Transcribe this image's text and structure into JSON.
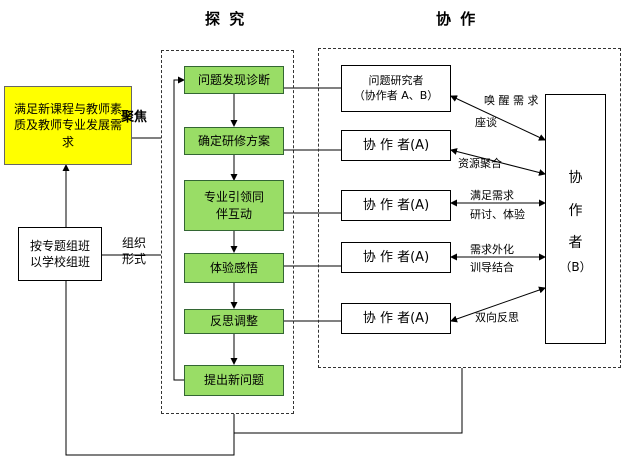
{
  "headers": {
    "explore": "探 究",
    "collaborate": "协 作"
  },
  "left": {
    "need_box": "满足新课程与教师素质及教师专业发展需求",
    "focus_label": "聚焦",
    "group_box": "按专题组班以学校组班",
    "form_label": "组织形式"
  },
  "process_steps": [
    {
      "label": "问题发现诊断"
    },
    {
      "label": "确定研修方案"
    },
    {
      "label": "专业引领同伴互动"
    },
    {
      "label": "体验感悟"
    },
    {
      "label": "反思调整"
    },
    {
      "label": "提出新问题"
    }
  ],
  "collaborators": [
    {
      "line1": "问题研究者",
      "line2": "（协作者 A、B）"
    },
    {
      "label": "协 作 者(A)"
    },
    {
      "label": "协 作 者(A)"
    },
    {
      "label": "协 作 者(A)"
    },
    {
      "label": "协 作 者(A)"
    }
  ],
  "collaborator_b": {
    "line1": "协",
    "line2": "作",
    "line3": "者",
    "line4": "（B）"
  },
  "relations": [
    {
      "line1": "唤 醒 需 求",
      "line2": "座谈"
    },
    {
      "line1": "资源聚合"
    },
    {
      "line1": "满足需求",
      "line2": "研讨、体验"
    },
    {
      "line1": "需求外化",
      "line2": "训导结合"
    },
    {
      "line1": "双向反思"
    }
  ],
  "colors": {
    "need_fill": "#ffff00",
    "step_fill": "#99dd66",
    "line": "#000000"
  }
}
